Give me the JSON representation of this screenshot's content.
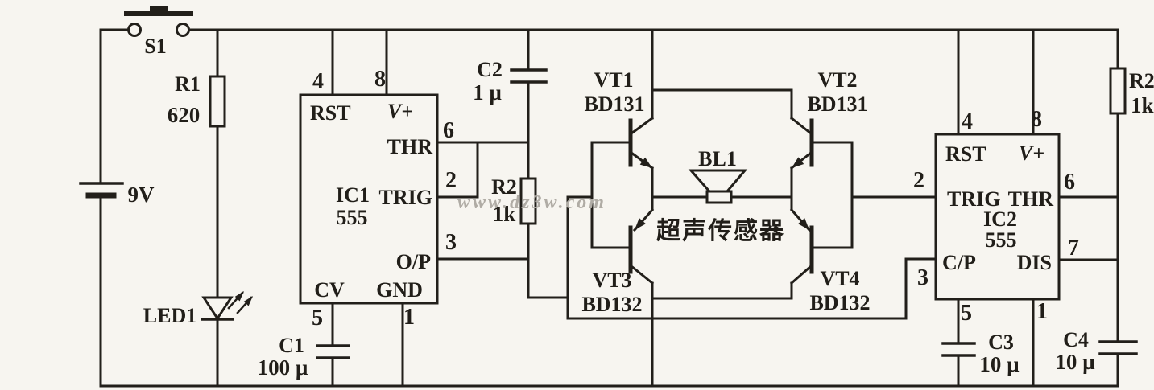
{
  "watermark": "www.dz3w.com",
  "power": {
    "switch_label": "S1",
    "battery_label": "9V"
  },
  "components": {
    "r1": {
      "name": "R1",
      "value": "620"
    },
    "led1": {
      "name": "LED1"
    },
    "c1": {
      "name": "C1",
      "value": "100 µ"
    },
    "c2": {
      "name": "C2",
      "value": "1 µ"
    },
    "r2_mid": {
      "name": "R2",
      "value": "1k"
    },
    "r2_right": {
      "name": "R2",
      "value": "1k"
    },
    "c3": {
      "name": "C3",
      "value": "10 µ"
    },
    "c4": {
      "name": "C4",
      "value": "10 µ"
    },
    "vt1": {
      "name": "VT1",
      "part": "BD131"
    },
    "vt2": {
      "name": "VT2",
      "part": "BD131"
    },
    "vt3": {
      "name": "VT3",
      "part": "BD132"
    },
    "vt4": {
      "name": "VT4",
      "part": "BD132"
    },
    "bl1": {
      "name": "BL1",
      "caption": "超声传感器"
    }
  },
  "ic1": {
    "name": "IC1",
    "part": "555",
    "pins": {
      "rst": {
        "num": "4",
        "label": "RST"
      },
      "vplus": {
        "num": "8",
        "label": "V+"
      },
      "thr": {
        "num": "6",
        "label": "THR"
      },
      "trig": {
        "num": "2",
        "label": "TRIG"
      },
      "op": {
        "num": "3",
        "label": "O/P"
      },
      "cv": {
        "num": "5",
        "label": "CV"
      },
      "gnd": {
        "num": "1",
        "label": "GND"
      }
    }
  },
  "ic2": {
    "name": "IC2",
    "part": "555",
    "pins": {
      "rst": {
        "num": "4",
        "label": "RST"
      },
      "vplus": {
        "num": "8",
        "label": "V+"
      },
      "trig": {
        "num": "2",
        "label": "TRIG"
      },
      "thr": {
        "num": "6",
        "label": "THR"
      },
      "cp": {
        "num": "3",
        "label": "C/P"
      },
      "dis": {
        "num": "7",
        "label": "DIS"
      },
      "pin5": {
        "num": "5"
      },
      "pin1": {
        "num": "1"
      }
    }
  }
}
